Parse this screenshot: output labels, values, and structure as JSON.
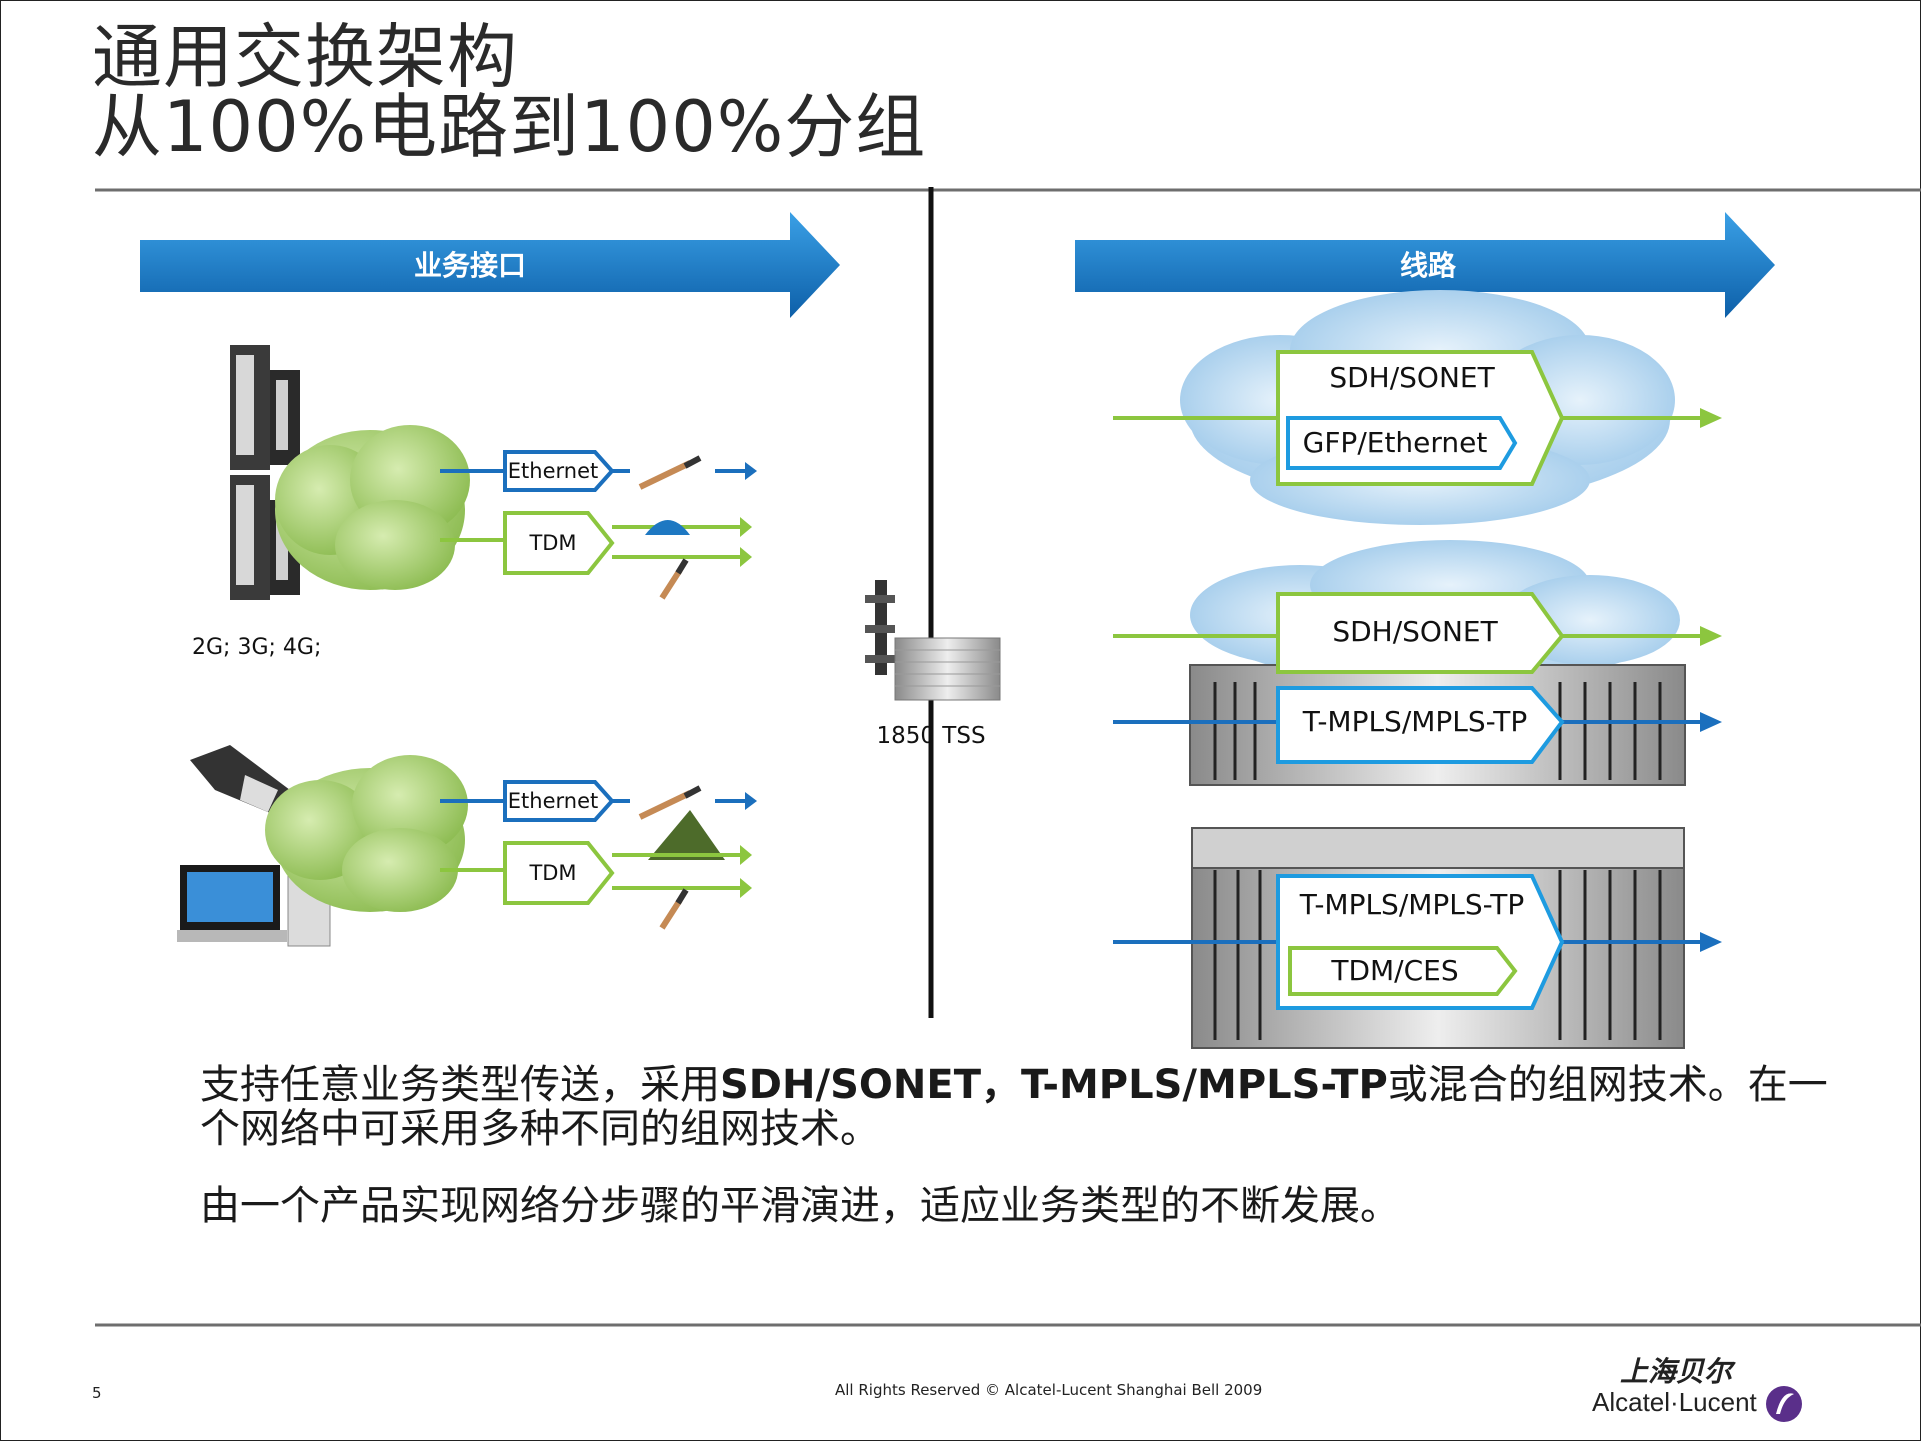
{
  "title": {
    "line1": "通用交换架构",
    "line2": "从100%电路到100%分组"
  },
  "left_header": "业务接口",
  "right_header": "线路",
  "left_top": {
    "eth_label": "Ethernet",
    "tdm_label": "TDM",
    "caption": "2G; 3G; 4G;"
  },
  "left_bottom": {
    "eth_label": "Ethernet",
    "tdm_label": "TDM"
  },
  "center_label": "1850 TSS",
  "right": {
    "block1": {
      "outer": "SDH/SONET",
      "inner": "GFP/Ethernet"
    },
    "block2": {
      "outer": "SDH/SONET"
    },
    "block3": {
      "outer": "T-MPLS/MPLS-TP"
    },
    "block4": {
      "outer": "T-MPLS/MPLS-TP",
      "inner": "TDM/CES"
    }
  },
  "body": {
    "p1_a": "支持任意业务类型传送，采用",
    "p1_b": "SDH/SONET，T-MPLS/MPLS-TP",
    "p1_c": "或混合的组网技术。在一",
    "p1_line2": "个网络中可采用多种不同的组网技术。",
    "p2": "由一个产品实现网络分步骤的平滑演进，适应业务类型的不断发展。"
  },
  "footer": {
    "page": "5",
    "copyright": "All Rights Reserved © Alcatel-Lucent Shanghai Bell 2009",
    "logo_cn": "上海贝尔",
    "logo_en": "Alcatel·Lucent"
  },
  "colors": {
    "blue": "#1e78c2",
    "green": "#8cc63f",
    "line_blue": "#1b6fbd",
    "cloud_blue": "#bfdcf0",
    "cloud_green": "#a9cf6a"
  }
}
